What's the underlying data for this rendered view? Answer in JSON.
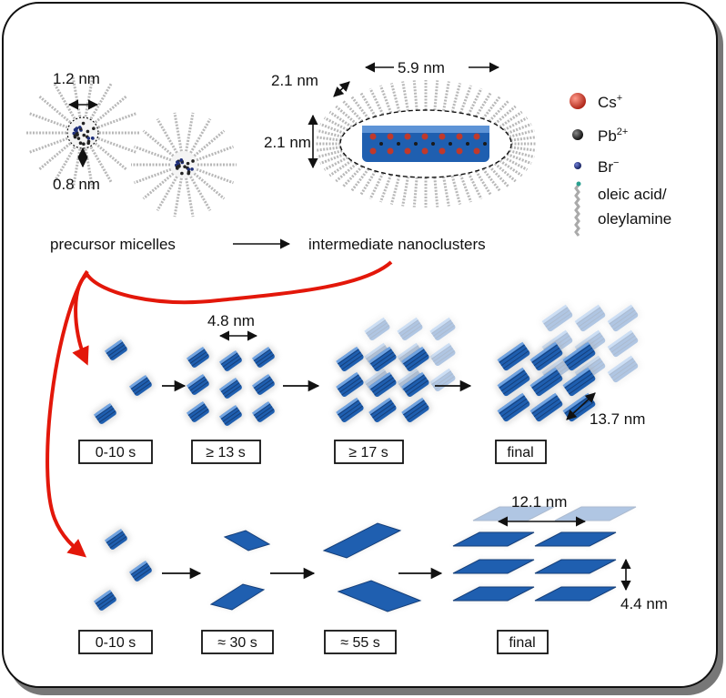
{
  "top": {
    "dim_micelle_core": "1.2 nm",
    "dim_micelle_shell": "0.8 nm",
    "dim_cluster_depth": "2.1 nm",
    "dim_cluster_height": "2.1 nm",
    "dim_cluster_length": "5.9 nm",
    "label_micelles": "precursor micelles",
    "label_nanoclusters": "intermediate nanoclusters"
  },
  "legend": {
    "cs_base": "Cs",
    "cs_sup": "+",
    "pb_base": "Pb",
    "pb_sup": "2+",
    "br_base": "Br",
    "br_sup": "−",
    "ligand_line1": "oleic acid/",
    "ligand_line2": "oleylamine",
    "colors": {
      "cs": "#c0392b",
      "pb": "#222222",
      "br": "#1f2f7a",
      "ligand": "#9a9a9a",
      "crystal": "#1f5fb0",
      "arrow_red": "#e3170a"
    }
  },
  "row1": {
    "dim_spacing": "4.8 nm",
    "dim_superlattice": "13.7 nm",
    "times": [
      "0-10 s",
      "≥ 13 s",
      "≥ 17 s",
      "final"
    ]
  },
  "row2": {
    "dim_width": "12.1 nm",
    "dim_stack": "4.4 nm",
    "times": [
      "0-10 s",
      "≈ 30 s",
      "≈ 55 s",
      "final"
    ]
  }
}
